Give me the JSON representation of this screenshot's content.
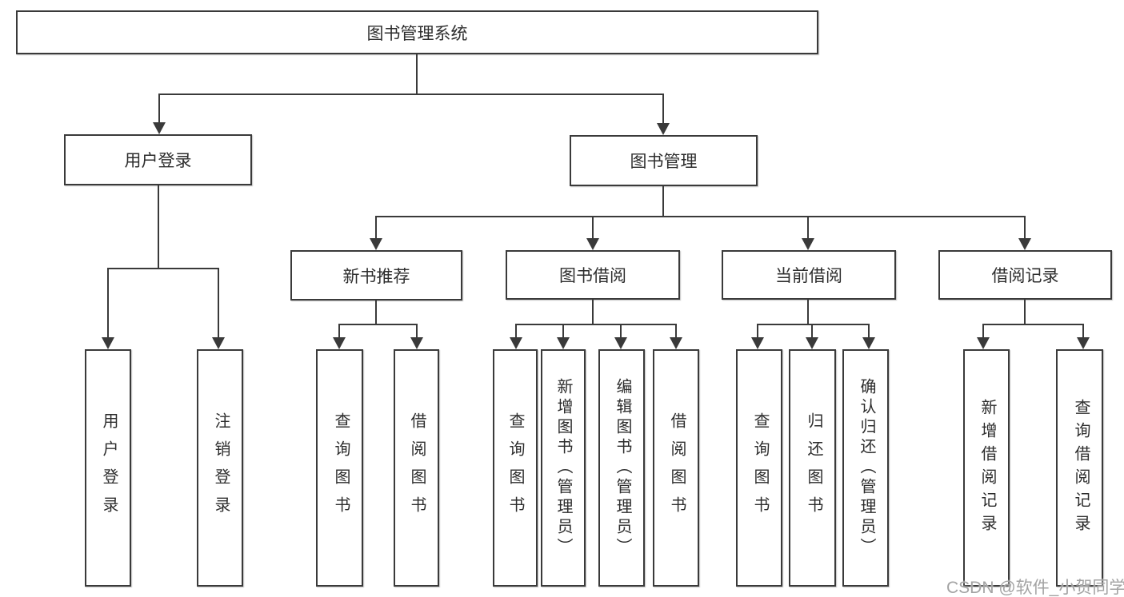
{
  "root": {
    "label": "图书管理系统",
    "children": [
      {
        "label": "用户登录",
        "children": [
          {
            "label": "用户登录"
          },
          {
            "label": "注销登录"
          }
        ]
      },
      {
        "label": "图书管理",
        "children": [
          {
            "label": "新书推荐",
            "children": [
              {
                "label": "查询图书"
              },
              {
                "label": "借阅图书"
              }
            ]
          },
          {
            "label": "图书借阅",
            "children": [
              {
                "label": "查询图书"
              },
              {
                "label": "新增图书（管理员）"
              },
              {
                "label": "编辑图书（管理员）"
              },
              {
                "label": "借阅图书"
              }
            ]
          },
          {
            "label": "当前借阅",
            "children": [
              {
                "label": "查询图书"
              },
              {
                "label": "归还图书"
              },
              {
                "label": "确认归还（管理员）"
              }
            ]
          },
          {
            "label": "借阅记录",
            "children": [
              {
                "label": "新增借阅记录"
              },
              {
                "label": "查询借阅记录"
              }
            ]
          }
        ]
      }
    ]
  },
  "watermark": "CSDN @软件_小贺同学",
  "colors": {
    "line": "#3a3a3a",
    "text": "#2d2d2d",
    "background": "#ffffff",
    "watermark": "#a3a3a3"
  }
}
